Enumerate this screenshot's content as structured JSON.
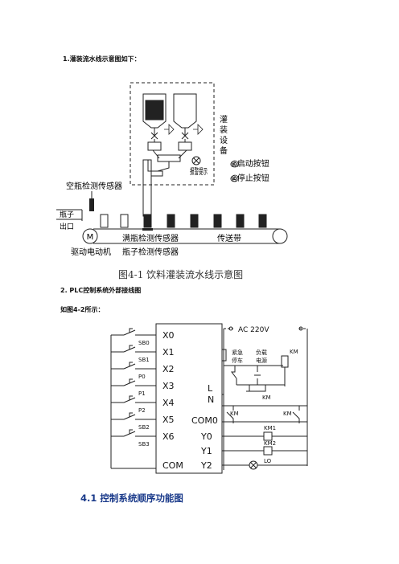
{
  "section1": {
    "heading": "1.灌装流水线示意图如下："
  },
  "figure1": {
    "side_label": "灌装设备",
    "alarm_label": "报警提示",
    "start_button": "◎启动按钮",
    "stop_button": "◎停止按钮",
    "empty_sensor": "空瓶检测传感器",
    "bottle_exit_top": "瓶子",
    "bottle_exit_bottom": "出口",
    "motor_symbol": "M",
    "full_sensor": "满瓶检测传感器",
    "conveyor": "传送带",
    "drive_motor": "驱动电动机",
    "bottle_sensor": "瓶子检测传感器",
    "caption": "图4-1   饮料灌装流水线示意图"
  },
  "section2": {
    "heading": "2. PLC控制系统外部接线图",
    "intro": "如图4-2所示："
  },
  "figure2": {
    "inputs": [
      "SB0",
      "SB1",
      "P0",
      "P1",
      "P2",
      "SB2",
      "SB3"
    ],
    "plc_inputs": [
      "X0",
      "X1",
      "X2",
      "X3",
      "X4",
      "X5",
      "X6"
    ],
    "plc_com": "COM",
    "plc_l": "L",
    "plc_n": "N",
    "plc_com0": "COM0",
    "plc_outputs": [
      "Y0",
      "Y1",
      "Y2"
    ],
    "supply": "AC 220V",
    "emergency_top": "紧急",
    "emergency_bottom": "停车",
    "load_top": "负载",
    "load_bottom": "电源",
    "km_coil": "KM",
    "km_contact": "KM",
    "km_left": "KM",
    "km_right": "KM",
    "km1": "KM1",
    "km2": "KM2",
    "lamp": "LO"
  },
  "section3": {
    "heading": "4.1 控制系统顺序功能图"
  }
}
